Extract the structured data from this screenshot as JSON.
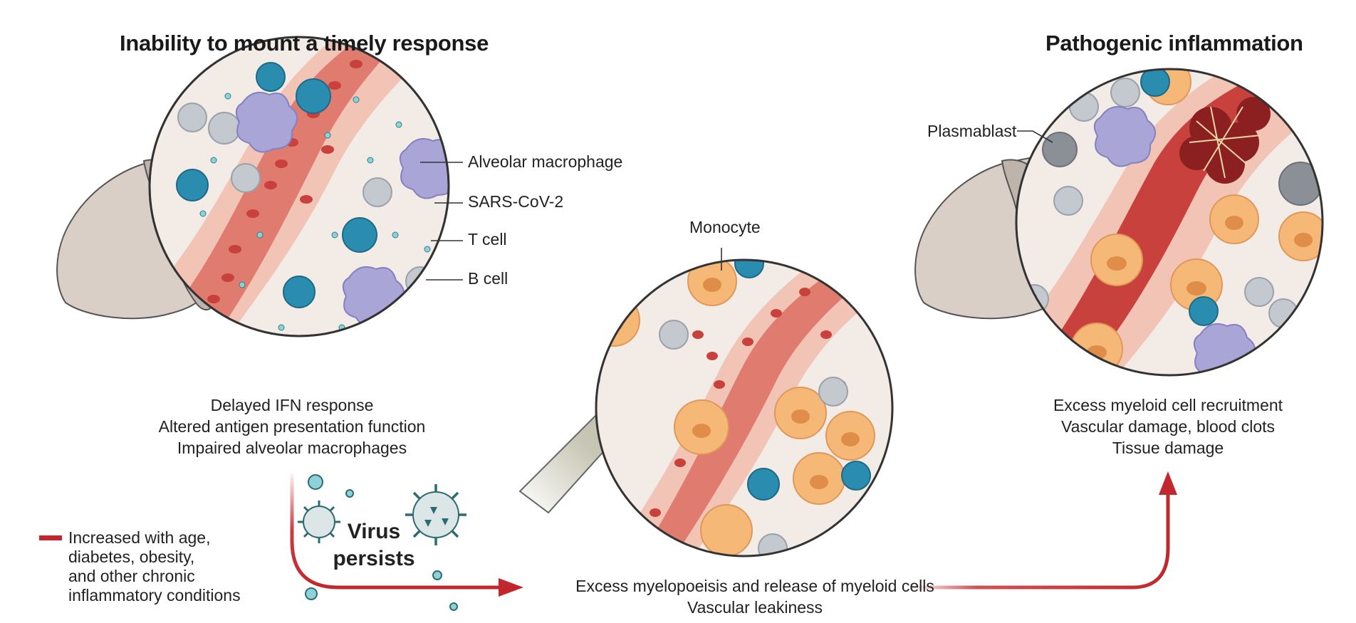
{
  "left_panel": {
    "title": "Inability to mount a timely response",
    "labels": {
      "alveolar_macrophage": "Alveolar macrophage",
      "sars_cov_2": "SARS-CoV-2",
      "t_cell": "T cell",
      "b_cell": "B cell"
    },
    "caption": [
      "Delayed IFN response",
      "Altered antigen presentation function",
      "Impaired alveolar macrophages"
    ]
  },
  "middle_panel": {
    "labels": {
      "monocyte": "Monocyte"
    },
    "caption": [
      "Excess myelopoeisis and release of myeloid cells",
      "Vascular leakiness"
    ]
  },
  "right_panel": {
    "title": "Pathogenic inflammation",
    "labels": {
      "plasmablast": "Plasmablast"
    },
    "caption": [
      "Excess myeloid cell recruitment",
      "Vascular damage, blood clots",
      "Tissue damage"
    ]
  },
  "virus_persists": [
    "Virus",
    "persists"
  ],
  "legend": {
    "color": "#c1272d",
    "lines": [
      "Increased with age,",
      "diabetes, obesity,",
      "and other chronic",
      "inflammatory conditions"
    ]
  },
  "colors": {
    "vessel": "#e07b6f",
    "vessel_wall": "#f1c4b6",
    "rbc": "#c8413c",
    "t_cell": "#2a8db0",
    "b_cell": "#c4c9cf",
    "macrophage": "#a9a5d6",
    "monocyte": "#f5b877",
    "plasmablast": "#8b8f96",
    "lung": "#d9cfc6",
    "bone": "#c8c6b4",
    "arrow": "#c1272d"
  }
}
